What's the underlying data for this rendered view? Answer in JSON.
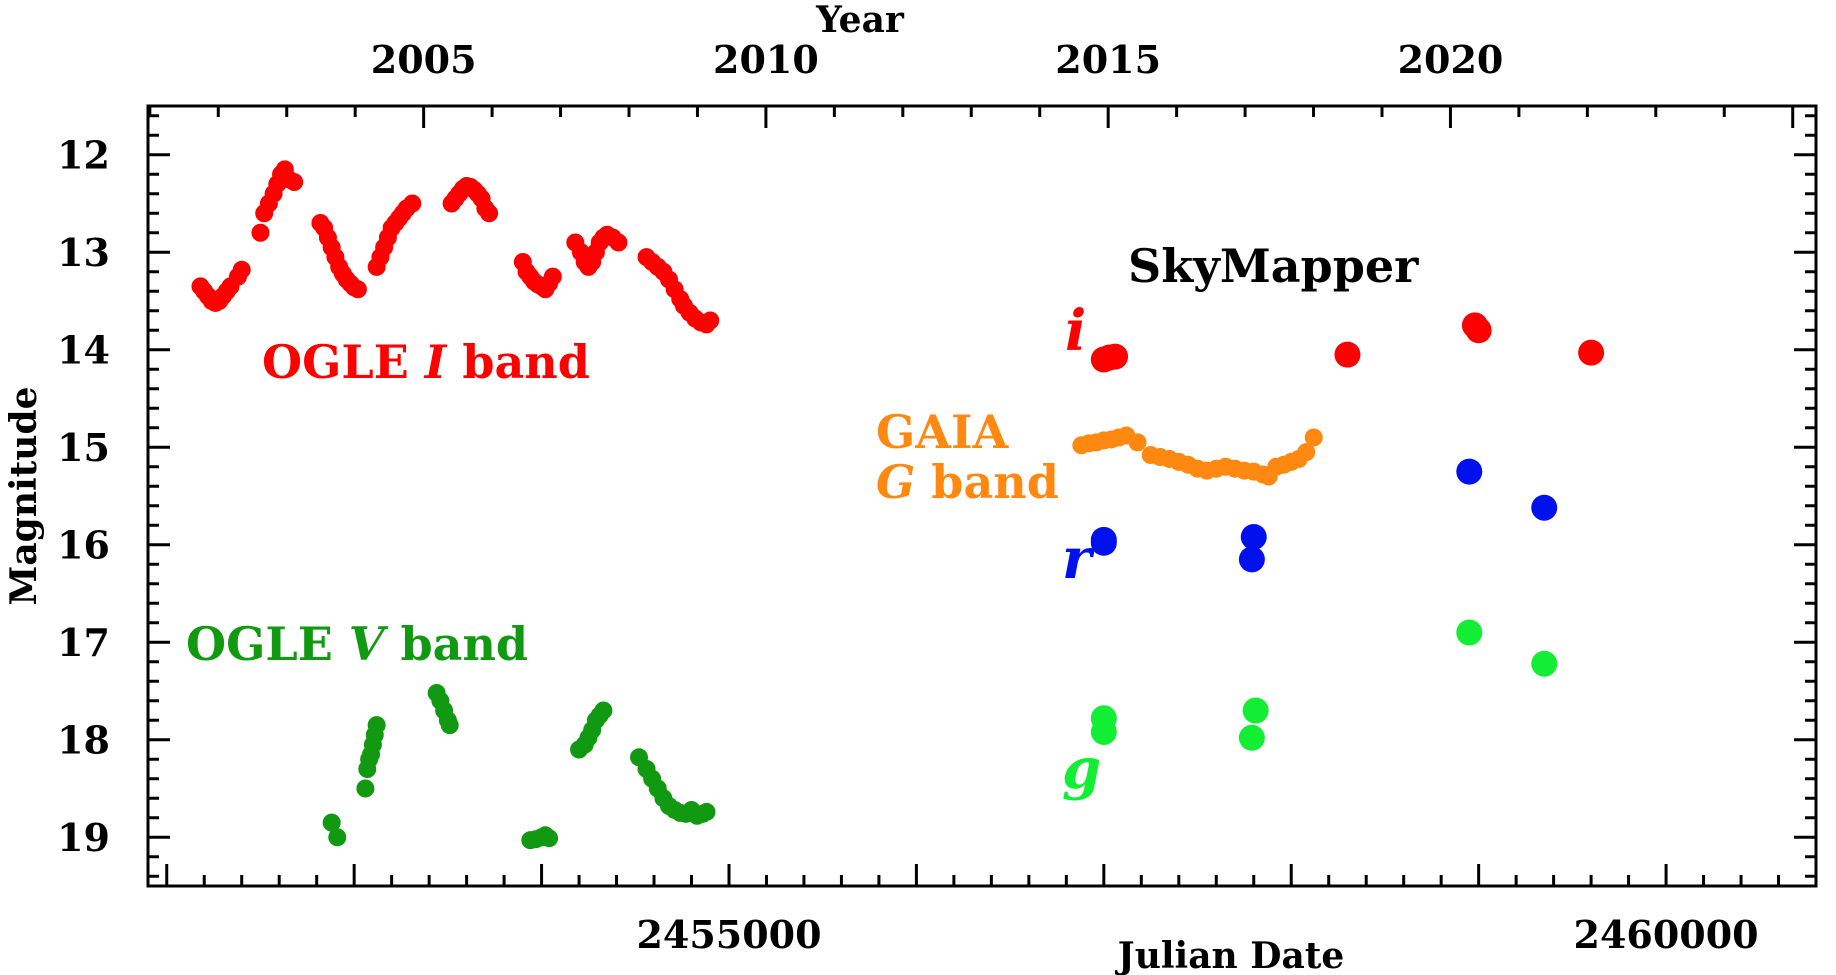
{
  "chart_data": {
    "type": "scatter",
    "top_axis": {
      "label": "Year",
      "ticks": [
        "2005",
        "2010",
        "2015",
        "2020"
      ],
      "years": [
        2005,
        2010,
        2015,
        2020
      ]
    },
    "x_axis": {
      "label": "Julian Date",
      "tick_labels": [
        "2455000",
        "2460000"
      ],
      "labeled_ticks": [
        2455000,
        2460000
      ],
      "major_step": 1000,
      "minor_step": 200
    },
    "y_axis": {
      "label": "Magnitude",
      "ticks": [
        "12",
        "13",
        "14",
        "15",
        "16",
        "17",
        "18",
        "19"
      ],
      "tick_values": [
        12,
        13,
        14,
        15,
        16,
        17,
        18,
        19
      ],
      "inverted": true
    },
    "xlim": [
      2451900,
      2460800
    ],
    "ylim": [
      19.5,
      11.5
    ],
    "grid": false,
    "colors": {
      "ogle_i": "#ff0000",
      "ogle_v": "#119911",
      "gaia_g": "#ff8811",
      "sky_i": "#ff0000",
      "sky_r": "#0011ee",
      "sky_g": "#11ee33",
      "text": "#000000"
    },
    "annotations": {
      "ogle_i": {
        "pre": "OGLE ",
        "band": "I",
        "post": " band"
      },
      "ogle_v": {
        "pre": "OGLE ",
        "band": "V",
        "post": " band"
      },
      "gaia_line1": "GAIA",
      "gaia_band": "G",
      "gaia_post": " band",
      "skymapper": "SkyMapper",
      "sky_i": "i",
      "sky_r": "r",
      "sky_g": "g"
    },
    "series": [
      {
        "key": "ogle_i",
        "size": "small",
        "points": [
          [
            2452180,
            13.35
          ],
          [
            2452200,
            13.4
          ],
          [
            2452220,
            13.45
          ],
          [
            2452240,
            13.5
          ],
          [
            2452260,
            13.52
          ],
          [
            2452280,
            13.5
          ],
          [
            2452300,
            13.45
          ],
          [
            2452320,
            13.4
          ],
          [
            2452340,
            13.35
          ],
          [
            2452380,
            13.25
          ],
          [
            2452400,
            13.18
          ],
          [
            2452500,
            12.8
          ],
          [
            2452520,
            12.6
          ],
          [
            2452545,
            12.5
          ],
          [
            2452570,
            12.4
          ],
          [
            2452590,
            12.3
          ],
          [
            2452610,
            12.2
          ],
          [
            2452630,
            12.15
          ],
          [
            2452650,
            12.25
          ],
          [
            2452680,
            12.28
          ],
          [
            2452820,
            12.7
          ],
          [
            2452840,
            12.75
          ],
          [
            2452860,
            12.85
          ],
          [
            2452880,
            12.95
          ],
          [
            2452900,
            13.05
          ],
          [
            2452920,
            13.15
          ],
          [
            2452940,
            13.22
          ],
          [
            2452960,
            13.28
          ],
          [
            2452980,
            13.32
          ],
          [
            2453000,
            13.36
          ],
          [
            2453020,
            13.38
          ],
          [
            2453120,
            13.15
          ],
          [
            2453140,
            13.05
          ],
          [
            2453160,
            12.95
          ],
          [
            2453180,
            12.85
          ],
          [
            2453200,
            12.75
          ],
          [
            2453220,
            12.7
          ],
          [
            2453240,
            12.65
          ],
          [
            2453260,
            12.6
          ],
          [
            2453280,
            12.55
          ],
          [
            2453310,
            12.5
          ],
          [
            2453520,
            12.5
          ],
          [
            2453540,
            12.45
          ],
          [
            2453560,
            12.4
          ],
          [
            2453580,
            12.35
          ],
          [
            2453600,
            12.32
          ],
          [
            2453620,
            12.33
          ],
          [
            2453640,
            12.36
          ],
          [
            2453660,
            12.4
          ],
          [
            2453680,
            12.45
          ],
          [
            2453700,
            12.55
          ],
          [
            2453720,
            12.6
          ],
          [
            2453900,
            13.1
          ],
          [
            2453920,
            13.2
          ],
          [
            2453940,
            13.25
          ],
          [
            2453960,
            13.3
          ],
          [
            2453980,
            13.33
          ],
          [
            2454000,
            13.35
          ],
          [
            2454020,
            13.38
          ],
          [
            2454040,
            13.32
          ],
          [
            2454060,
            13.25
          ],
          [
            2454180,
            12.9
          ],
          [
            2454210,
            13.0
          ],
          [
            2454230,
            13.1
          ],
          [
            2454250,
            13.15
          ],
          [
            2454270,
            13.1
          ],
          [
            2454290,
            13.0
          ],
          [
            2454310,
            12.9
          ],
          [
            2454330,
            12.85
          ],
          [
            2454350,
            12.82
          ],
          [
            2454380,
            12.85
          ],
          [
            2454410,
            12.9
          ],
          [
            2454560,
            13.05
          ],
          [
            2454590,
            13.1
          ],
          [
            2454620,
            13.15
          ],
          [
            2454650,
            13.2
          ],
          [
            2454680,
            13.28
          ],
          [
            2454710,
            13.38
          ],
          [
            2454740,
            13.48
          ],
          [
            2454760,
            13.55
          ],
          [
            2454790,
            13.62
          ],
          [
            2454820,
            13.68
          ],
          [
            2454850,
            13.72
          ],
          [
            2454880,
            13.74
          ],
          [
            2454900,
            13.7
          ]
        ]
      },
      {
        "key": "ogle_v",
        "size": "small",
        "points": [
          [
            2452880,
            18.85
          ],
          [
            2452910,
            19.0
          ],
          [
            2453060,
            18.5
          ],
          [
            2453070,
            18.3
          ],
          [
            2453080,
            18.2
          ],
          [
            2453090,
            18.15
          ],
          [
            2453100,
            18.05
          ],
          [
            2453110,
            17.95
          ],
          [
            2453120,
            17.85
          ],
          [
            2453440,
            17.52
          ],
          [
            2453460,
            17.6
          ],
          [
            2453480,
            17.7
          ],
          [
            2453500,
            17.8
          ],
          [
            2453510,
            17.85
          ],
          [
            2453940,
            19.03
          ],
          [
            2453970,
            19.02
          ],
          [
            2454000,
            19.0
          ],
          [
            2454020,
            18.98
          ],
          [
            2454040,
            19.01
          ],
          [
            2454200,
            18.1
          ],
          [
            2454230,
            18.05
          ],
          [
            2454250,
            17.98
          ],
          [
            2454270,
            17.9
          ],
          [
            2454290,
            17.8
          ],
          [
            2454310,
            17.75
          ],
          [
            2454330,
            17.7
          ],
          [
            2454520,
            18.18
          ],
          [
            2454560,
            18.3
          ],
          [
            2454590,
            18.4
          ],
          [
            2454620,
            18.5
          ],
          [
            2454650,
            18.6
          ],
          [
            2454680,
            18.68
          ],
          [
            2454710,
            18.72
          ],
          [
            2454740,
            18.75
          ],
          [
            2454770,
            18.76
          ],
          [
            2454800,
            18.72
          ],
          [
            2454830,
            18.78
          ],
          [
            2454860,
            18.76
          ],
          [
            2454880,
            18.74
          ]
        ]
      },
      {
        "key": "gaia_g",
        "size": "small",
        "points": [
          [
            2456880,
            14.98
          ],
          [
            2456920,
            14.96
          ],
          [
            2456960,
            14.95
          ],
          [
            2457000,
            14.93
          ],
          [
            2457040,
            14.92
          ],
          [
            2457080,
            14.9
          ],
          [
            2457120,
            14.88
          ],
          [
            2457180,
            14.95
          ],
          [
            2457250,
            15.08
          ],
          [
            2457300,
            15.1
          ],
          [
            2457350,
            15.12
          ],
          [
            2457400,
            15.15
          ],
          [
            2457450,
            15.18
          ],
          [
            2457500,
            15.22
          ],
          [
            2457550,
            15.24
          ],
          [
            2457600,
            15.22
          ],
          [
            2457650,
            15.2
          ],
          [
            2457700,
            15.22
          ],
          [
            2457750,
            15.24
          ],
          [
            2457800,
            15.25
          ],
          [
            2457850,
            15.28
          ],
          [
            2457880,
            15.3
          ],
          [
            2457920,
            15.2
          ],
          [
            2457960,
            15.18
          ],
          [
            2458000,
            15.15
          ],
          [
            2458040,
            15.12
          ],
          [
            2458080,
            15.05
          ],
          [
            2458120,
            14.9
          ]
        ]
      },
      {
        "key": "sky_i",
        "size": "large",
        "points": [
          [
            2457000,
            14.1
          ],
          [
            2457030,
            14.08
          ],
          [
            2457060,
            14.07
          ],
          [
            2458300,
            14.05
          ],
          [
            2458980,
            13.75
          ],
          [
            2459000,
            13.8
          ],
          [
            2459600,
            14.03
          ]
        ]
      },
      {
        "key": "sky_r",
        "size": "large",
        "points": [
          [
            2457000,
            15.95
          ],
          [
            2457000,
            15.98
          ],
          [
            2457800,
            15.92
          ],
          [
            2457790,
            16.15
          ],
          [
            2458950,
            15.25
          ],
          [
            2459350,
            15.62
          ]
        ]
      },
      {
        "key": "sky_g",
        "size": "large",
        "points": [
          [
            2457000,
            17.78
          ],
          [
            2457000,
            17.92
          ],
          [
            2457810,
            17.7
          ],
          [
            2457790,
            17.98
          ],
          [
            2458950,
            16.9
          ],
          [
            2459350,
            17.22
          ]
        ]
      }
    ]
  }
}
